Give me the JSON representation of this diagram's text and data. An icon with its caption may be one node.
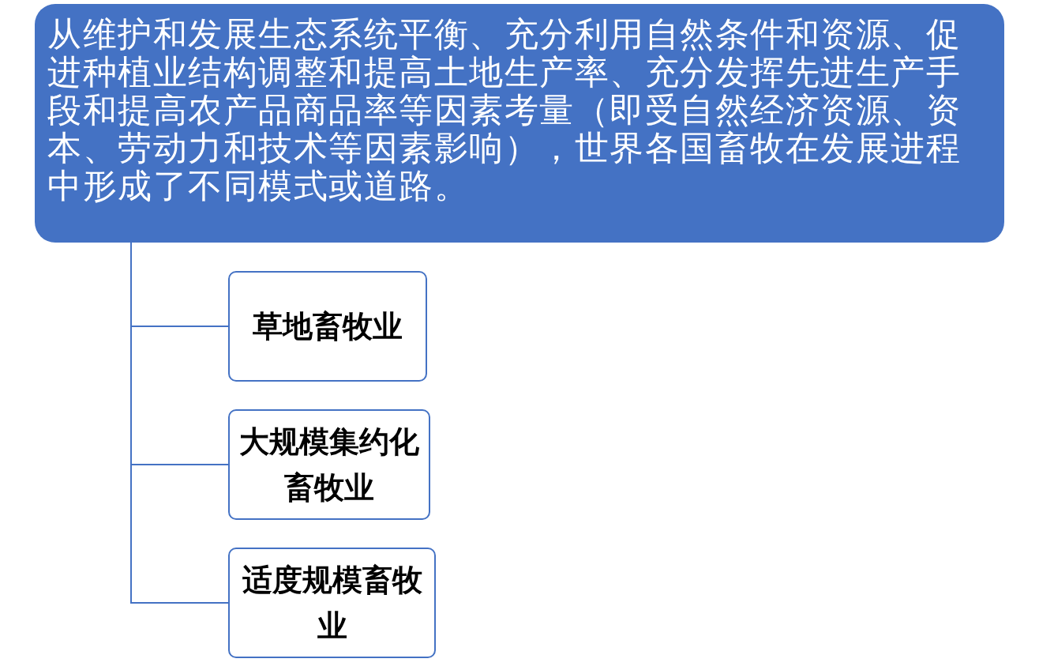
{
  "diagram": {
    "nodes": [
      {
        "text": [
          "从维护和发展生态系统平衡、充分利用自然条件和资源、促进种植业结构调整和提高土地生产率、充分发挥先进生产手段和提高农产品商品率等因素考量（即受自然经济资源、资本、劳动力和技术等因素影响），世界各国畜牧在发展进程中形成了不同模式或道路。"
        ]
      },
      {
        "text": [
          "草地畜牧业"
        ]
      },
      {
        "text": [
          "大规模集约化畜牧业"
        ]
      },
      {
        "text": [
          "适度规模畜牧业"
        ]
      }
    ],
    "edges": [
      {
        "from": 0,
        "to": 1,
        "arrow": "none"
      },
      {
        "from": 0,
        "to": 2,
        "arrow": "none"
      },
      {
        "from": 0,
        "to": 3,
        "arrow": "none"
      }
    ]
  }
}
